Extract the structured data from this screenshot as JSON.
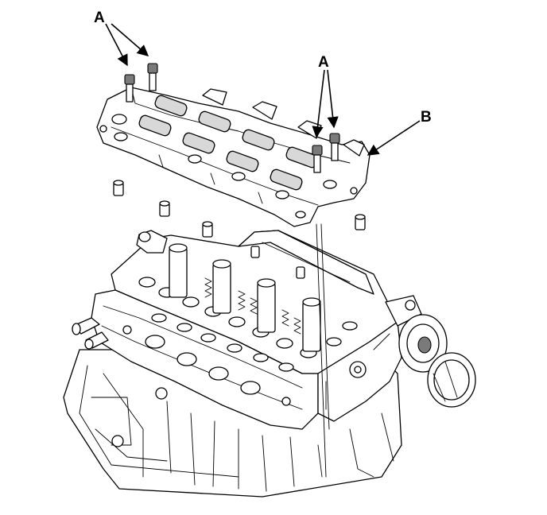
{
  "callouts": {
    "a_left": "A",
    "a_right": "A",
    "b": "B"
  },
  "colors": {
    "ink": "#000000",
    "paper": "#ffffff"
  }
}
